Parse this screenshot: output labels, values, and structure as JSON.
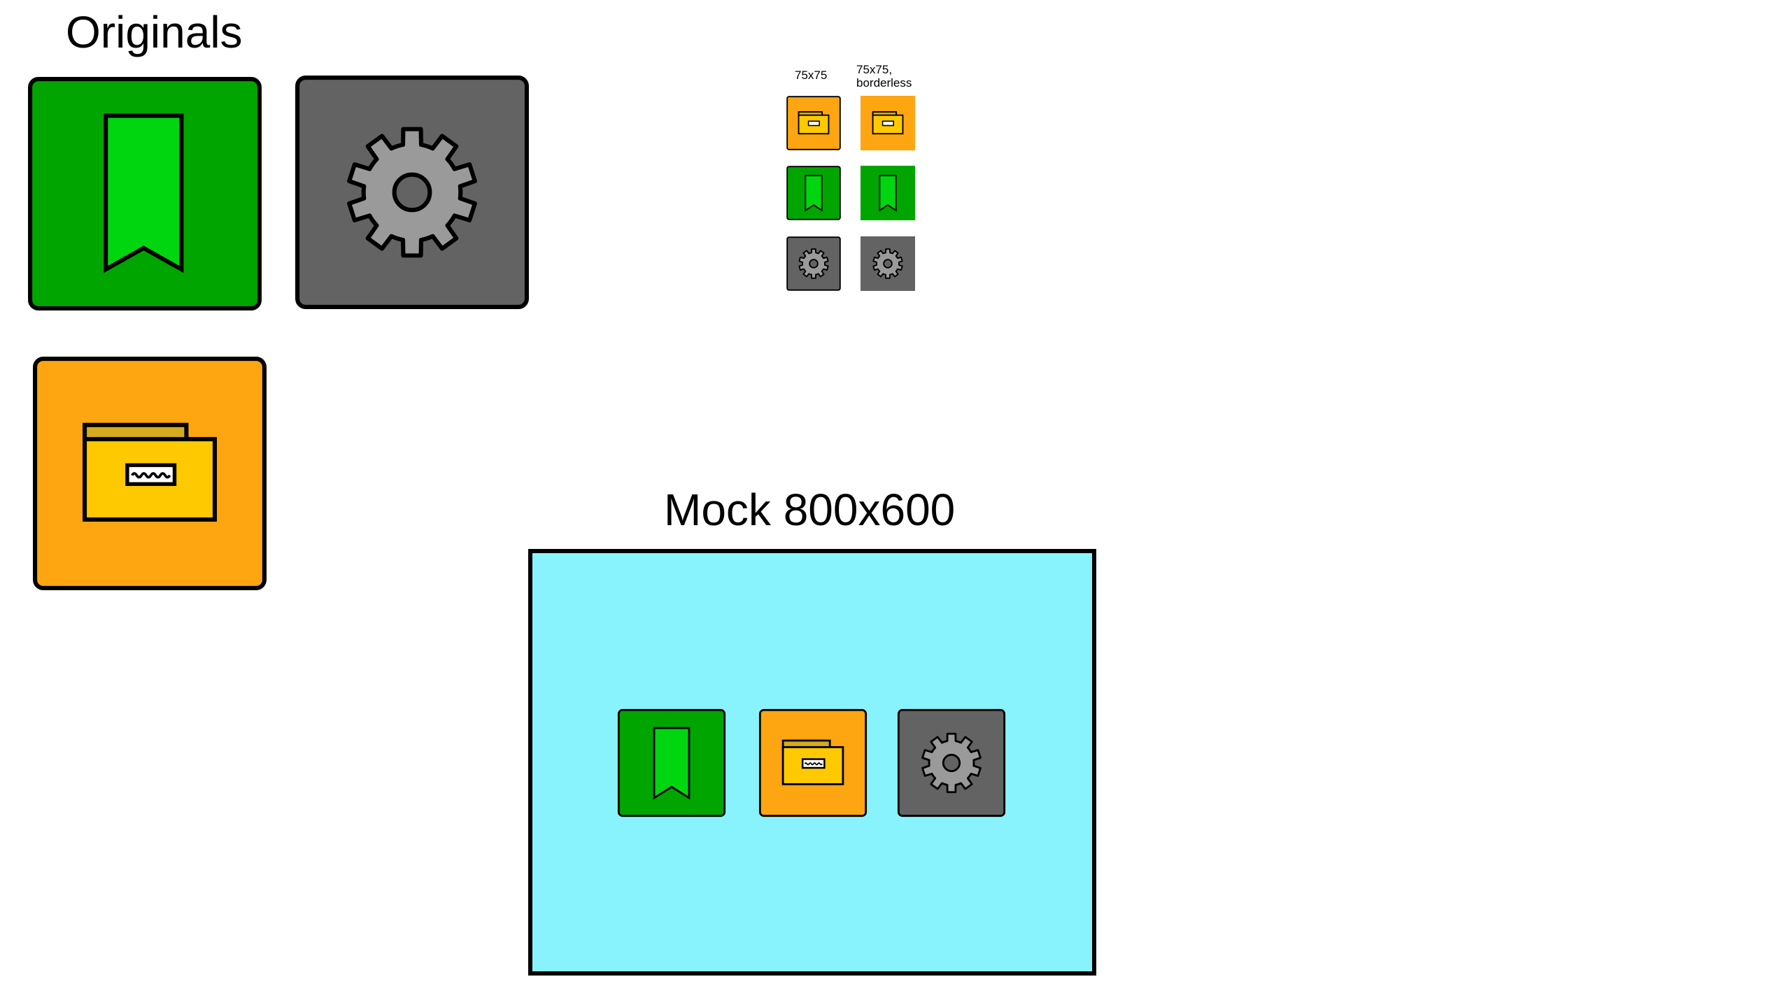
{
  "originals": {
    "title": "Originals"
  },
  "thumbnails": {
    "column_label_bordered": "75x75",
    "column_label_borderless": "75x75,\nborderless"
  },
  "mock": {
    "title": "Mock 800x600",
    "background_color": "#89f3fd"
  },
  "icons": {
    "bookmark": {
      "icon": "bookmark-icon",
      "tile_color": "#00a500",
      "glyph_color": "#00d610"
    },
    "settings": {
      "icon": "gear-icon",
      "tile_color": "#636363",
      "glyph_color": "#9a9a9a"
    },
    "archive": {
      "icon": "folder-icon",
      "tile_color": "#fea512",
      "glyph_color": "#ffc900",
      "tab_color": "#d4ab1e"
    }
  }
}
